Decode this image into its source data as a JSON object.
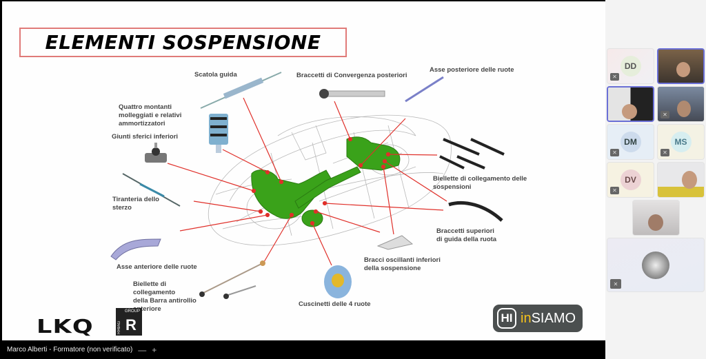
{
  "slide": {
    "title": "ELEMENTI SOSPENSIONE",
    "labels": {
      "scatola_guida": "Scatola guida",
      "braccetti_convergenza": "Braccetti di Convergenza posteriori",
      "asse_posteriore": "Asse posteriore delle ruote",
      "quattro_montanti_1": "Quattro montanti",
      "quattro_montanti_2": "molleggiati e relativi",
      "quattro_montanti_3": "ammortizzatori",
      "giunti_sferici": "Giunti sferici inferiori",
      "tiranteria_1": "Tiranteria dello",
      "tiranteria_2": "sterzo",
      "asse_anteriore": "Asse anteriore delle ruote",
      "biellette_barra_1": "Biellette di",
      "biellette_barra_2": "collegamento",
      "biellette_barra_3": "della Barra antirollio",
      "biellette_barra_4": "anteriore",
      "cuscinetti": "Cuscinetti delle 4 ruote",
      "bracci_oscillanti_1": "Bracci oscillanti inferiori",
      "bracci_oscillanti_2": "della sospensione",
      "braccetti_superiori_1": "Braccetti superiori",
      "braccetti_superiori_2": "di guida della ruota",
      "biellette_sosp_1": "Biellette di collegamento delle",
      "biellette_sosp_2": "sospensioni"
    },
    "logos": {
      "lkq": "LKQ",
      "rhiag_group": "GROUP",
      "rhiag": "RHIAG",
      "insiamo_prefix": "in",
      "insiamo_suffix": "SIAMO",
      "insiamo_mark": "HI"
    },
    "colors": {
      "title_border": "#e07a78",
      "arrow": "#e0302a",
      "suspension_green": "#3aa21a"
    }
  },
  "presenter_bar": {
    "name": "Marco Alberti - Formatore (non verificato)",
    "minimize": "—",
    "add": "+"
  },
  "participants": [
    {
      "initials": "DD",
      "muted": true,
      "video": false
    },
    {
      "initials": "",
      "muted": false,
      "video": true,
      "speaking": true
    },
    {
      "initials": "",
      "muted": false,
      "video": true,
      "speaking": true
    },
    {
      "initials": "",
      "muted": true,
      "video": true
    },
    {
      "initials": "DM",
      "muted": true,
      "video": false
    },
    {
      "initials": "MS",
      "muted": true,
      "video": false
    },
    {
      "initials": "DV",
      "muted": true,
      "video": false
    },
    {
      "initials": "",
      "muted": false,
      "video": true
    },
    {
      "initials": "",
      "muted": false,
      "video": true
    },
    {
      "initials": "",
      "muted": true,
      "video": false
    }
  ],
  "icons": {
    "mic_off": "mic-off-icon"
  }
}
